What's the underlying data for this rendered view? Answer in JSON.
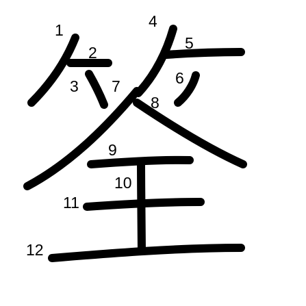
{
  "character": {
    "label": "Kanji stroke order diagram",
    "stroke_color": "#000000",
    "background": "#ffffff"
  },
  "stroke_numbers": [
    "1",
    "2",
    "3",
    "4",
    "5",
    "6",
    "7",
    "8",
    "9",
    "10",
    "11",
    "12"
  ]
}
